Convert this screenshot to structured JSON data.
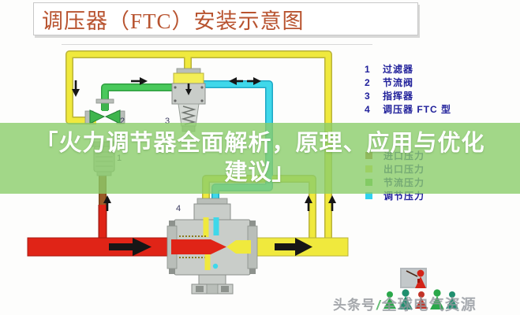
{
  "title": {
    "text": "调压器（FTC）安装示意图"
  },
  "overlay": {
    "line1": "「火力调节器全面解析，原理、应用与优化",
    "line2": "建议」"
  },
  "legend": {
    "components": [
      {
        "num": "1",
        "label": "过滤器"
      },
      {
        "num": "2",
        "label": "节流阀"
      },
      {
        "num": "3",
        "label": "指挥器"
      },
      {
        "num": "4",
        "label": "调压器 FTC 型"
      }
    ],
    "pressures": [
      {
        "label": "进口压力",
        "color": "#a8712c"
      },
      {
        "label": "出口压力",
        "color": "#e0dd4a"
      },
      {
        "label": "节流压力",
        "color": "#66c24b"
      },
      {
        "label": "调节压力",
        "color": "#2fd2ee"
      }
    ]
  },
  "diagram": {
    "labels": {
      "filter": "1",
      "throttle": "2",
      "pilot": "3",
      "regulator": "4"
    }
  },
  "watermark": {
    "text1": "头条号",
    "separator": "/",
    "text2": "全球电气资源"
  },
  "colors": {
    "red": "#e02417",
    "red-dark": "#a81a12",
    "yellow": "#f0e93d",
    "yellow-dark": "#b9b23b",
    "green": "#49c95b",
    "green-dark": "#2f9e3f",
    "cyan": "#3fd8ea",
    "cyan-dark": "#1fa7c6",
    "brown": "#9a5b28",
    "band": "rgba(139,205,106,0.8)",
    "legend-text": "#21219b",
    "title-red": "#b8532f"
  }
}
